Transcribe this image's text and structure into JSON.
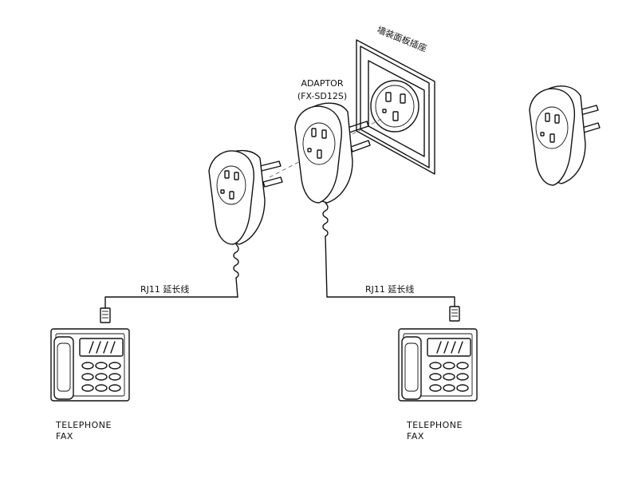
{
  "wall_socket": {
    "label": "墙装面板插座"
  },
  "adaptor": {
    "title": "ADAPTOR",
    "model": "(FX-SD12S)"
  },
  "cables": [
    {
      "label": "RJ11 延长线"
    },
    {
      "label": "RJ11 延长线"
    }
  ],
  "devices": [
    {
      "line1": "TELEPHONE",
      "line2": "FAX"
    },
    {
      "line1": "TELEPHONE",
      "line2": "FAX"
    }
  ]
}
